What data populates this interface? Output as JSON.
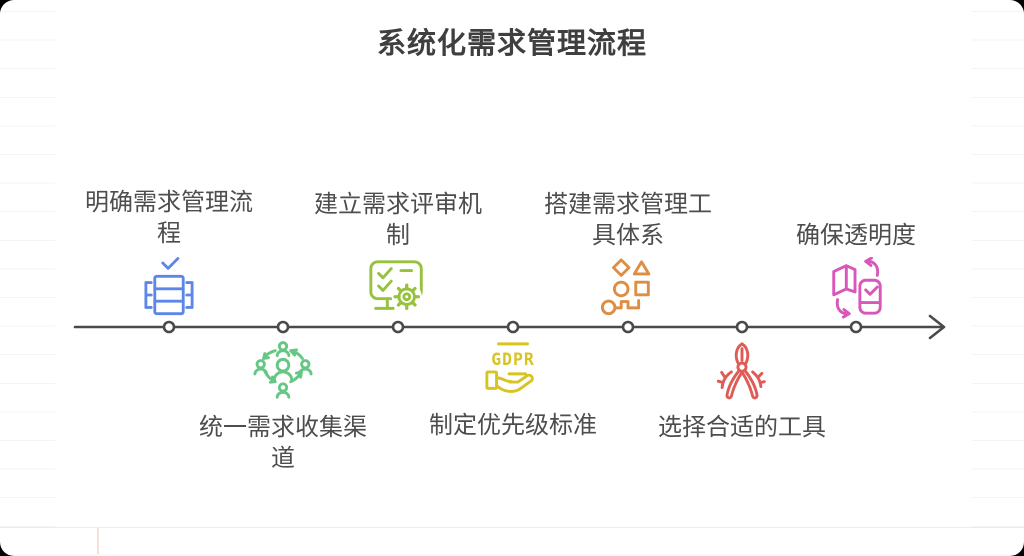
{
  "title": "系统化需求管理流程",
  "colors": {
    "title_text": "#3f3f3f",
    "label_text": "#4d4d4d"
  },
  "timeline": {
    "axis_color": "#4a4a4a",
    "items": [
      {
        "label": "明确需求管理流程",
        "side": "top",
        "color": "#5c87e6",
        "icon": "server-check-icon"
      },
      {
        "label": "统一需求收集渠道",
        "side": "bottom",
        "color": "#66c785",
        "icon": "team-sync-icon"
      },
      {
        "label": "建立需求评审机制",
        "side": "top",
        "color": "#97c23e",
        "icon": "screen-review-gear-icon"
      },
      {
        "label": "制定优先级标准",
        "side": "bottom",
        "color": "#d8c420",
        "icon": "gdpr-hand-icon"
      },
      {
        "label": "搭建需求管理工具体系",
        "side": "top",
        "color": "#dd8e44",
        "icon": "shapes-key-icon"
      },
      {
        "label": "选择合适的工具",
        "side": "bottom",
        "color": "#df5b55",
        "icon": "pliers-icon"
      },
      {
        "label": "确保透明度",
        "side": "top",
        "color": "#d957ba",
        "icon": "device-sync-icon"
      }
    ]
  },
  "icons": {
    "gdpr_text": "GDPR"
  }
}
